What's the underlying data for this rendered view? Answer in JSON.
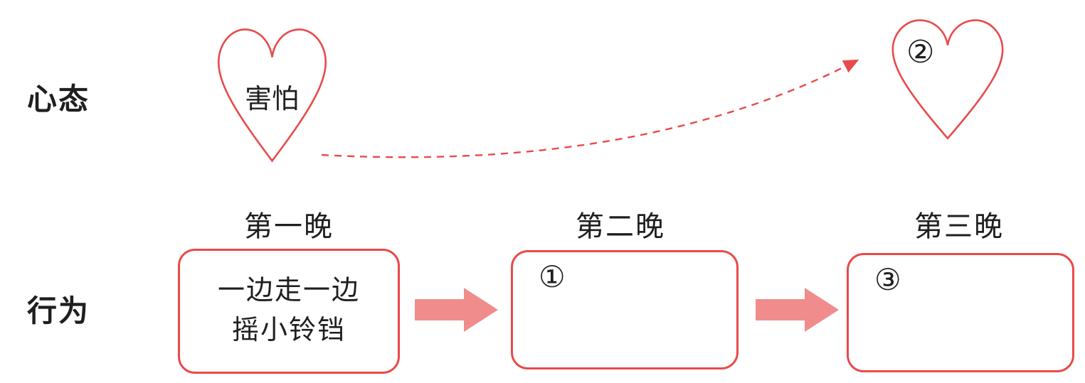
{
  "colors": {
    "line": "#e84a4a",
    "arrow": "#f18c8c",
    "text": "#1f1f1f"
  },
  "mindset": {
    "label": "心态",
    "heart_start": {
      "text": "害怕"
    },
    "heart_end": {
      "marker": "②"
    }
  },
  "behavior": {
    "label": "行为",
    "nights": [
      {
        "title": "第一晚",
        "marker": "",
        "lines": [
          "一边走一边",
          "摇小铃铛"
        ]
      },
      {
        "title": "第二晚",
        "marker": "①",
        "lines": []
      },
      {
        "title": "第三晚",
        "marker": "③",
        "lines": []
      }
    ]
  }
}
